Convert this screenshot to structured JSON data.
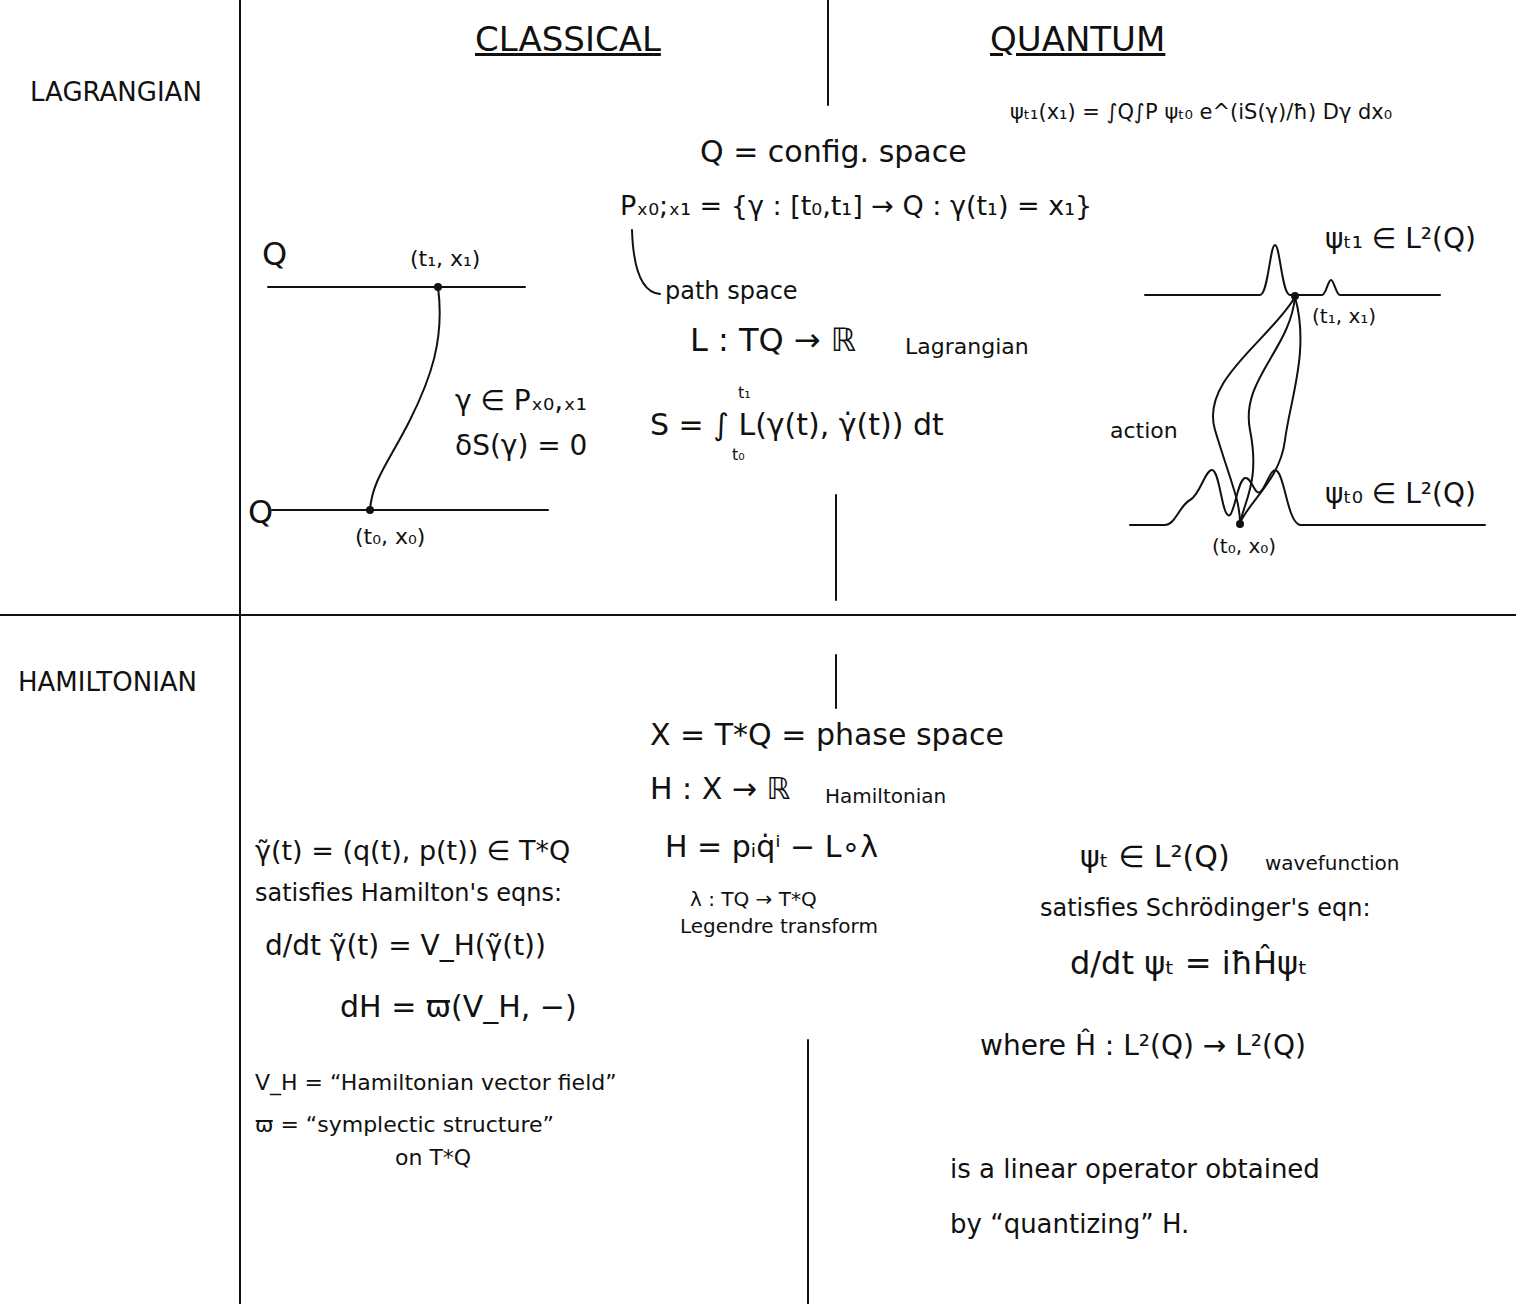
{
  "diagram": {
    "labels": [
      "CLASSICAL",
      "QUANTUM",
      "LAGRANGIAN",
      "HAMILTONIAN",
      "Q",
      "(t₁, x₁)",
      "γ ∈ Pₓ₀,ₓ₁",
      "δS(γ) = 0",
      "Q",
      "(t₀, x₀)",
      "Q = config. space",
      "Pₓ₀;ₓ₁ = {γ : [t₀,t₁] → Q : γ(t₁) = x₁}",
      "path space",
      "L : TQ → ℝ",
      "Lagrangian",
      "S = ∫ L(γ(t), γ̇(t)) dt",
      "action",
      "t₁",
      "t₀",
      "ψₜ₁(x₁) = ∫Q∫P ψₜ₀ e^(iS(γ)/ħ) Dγ dx₀",
      "ψₜ₁ ∈ L²(Q)",
      "(t₁, x₁)",
      "ψₜ₀ ∈ L²(Q)",
      "(t₀, x₀)",
      "γ̃(t) = (q(t), p(t)) ∈ T*Q",
      "satisfies Hamilton's eqns:",
      "d/dt γ̃(t) = V_H(γ̃(t))",
      "dH = ϖ(V_H, −)",
      "V_H = “Hamiltonian vector field”",
      "ϖ = “symplectic structure”",
      "on T*Q",
      "X = T*Q = phase space",
      "H : X → ℝ",
      "Hamiltonian",
      "H = pᵢq̇ⁱ − L∘λ",
      "λ : TQ → T*Q",
      "Legendre transform",
      "ψₜ ∈ L²(Q)",
      "wavefunction",
      "satisfies Schrödinger's eqn:",
      "d/dt ψₜ = iħĤψₜ",
      "where Ĥ : L²(Q) → L²(Q)",
      "is a linear operator obtained",
      "by “quantizing” H."
    ]
  }
}
